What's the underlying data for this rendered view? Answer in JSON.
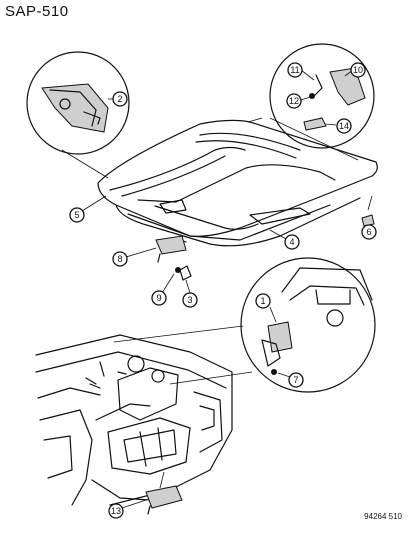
{
  "title": "SAP-510",
  "figure_code": "94264 510",
  "callouts": [
    "1",
    "2",
    "3",
    "4",
    "5",
    "6",
    "7",
    "8",
    "9",
    "10",
    "11",
    "12",
    "13",
    "14"
  ]
}
